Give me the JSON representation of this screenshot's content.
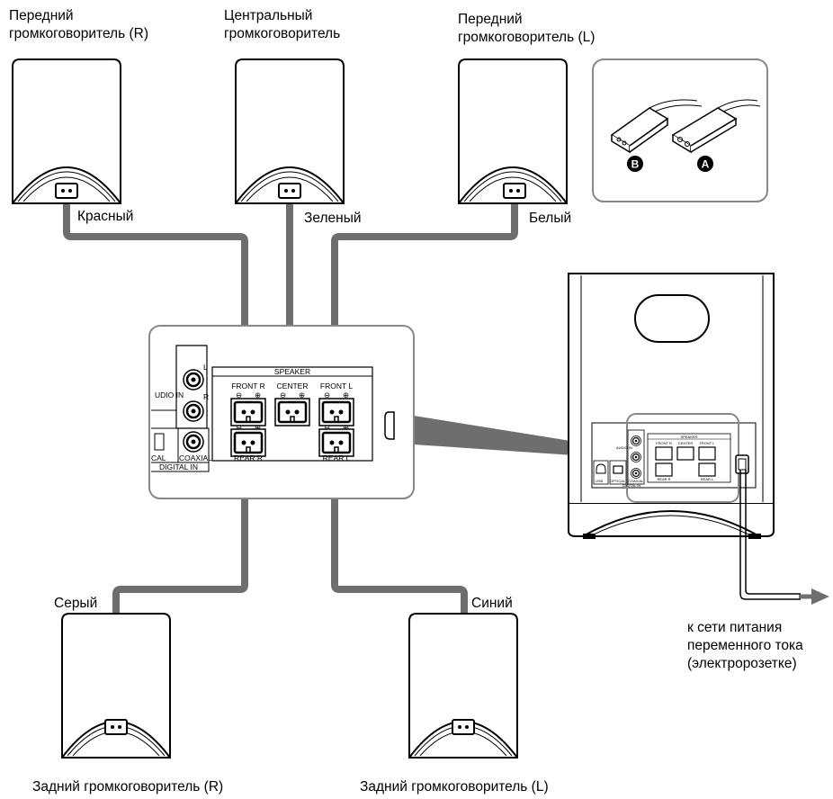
{
  "labels": {
    "front_right": "Передний\nгромкоговоритель (R)",
    "center": "Центральный\nгромкоговоритель",
    "front_left": "Передний\nгромкоговоритель (L)",
    "rear_right": "Задний громкоговоритель (R)",
    "rear_left": "Задний громкоговоритель (L)",
    "ac_outlet": "к сети питания\nпеременного тока\n(электророзетке)"
  },
  "cable_colors": {
    "red": "Красный",
    "green": "Зеленый",
    "white": "Белый",
    "gray": "Серый",
    "blue": "Синий"
  },
  "connector_markers": [
    "B",
    "A"
  ],
  "panel": {
    "speaker": "SPEAKER",
    "front_r": "FRONT R",
    "center": "CENTER",
    "front_l": "FRONT L",
    "rear_r": "REAR R",
    "rear_l": "REAR L",
    "audio_in": "UDIO IN",
    "l": "L",
    "r": "R",
    "coaxial": "COAXIAL",
    "optical": "CAL",
    "digital_in": "DIGITAL IN",
    "minus": "⊖",
    "plus": "⊕"
  },
  "subwoofer_panel": {
    "speaker": "SPEAKER",
    "front_r": "FRONT R",
    "center": "CENTER",
    "front_l": "FRONT L",
    "rear_r": "REAR R",
    "rear_l": "REAR L",
    "audio_in": "AUDIO IN",
    "usb": "USB",
    "optical": "OPTICAL",
    "coaxial": "COAXIAL",
    "digital_in": "DIGITAL IN"
  }
}
